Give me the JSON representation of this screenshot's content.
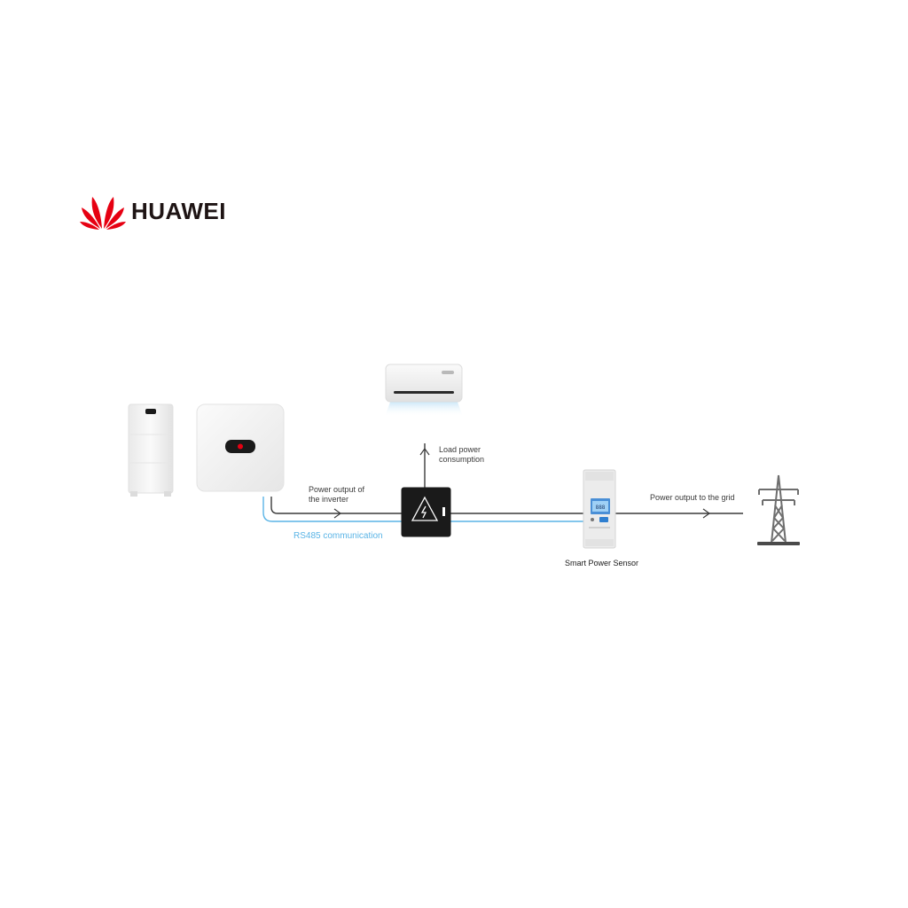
{
  "brand": {
    "name": "HUAWEI",
    "logo_icon": "huawei-petal-logo",
    "brand_color": "#e60012"
  },
  "diagram": {
    "devices": {
      "battery": "battery-icon",
      "inverter": "inverter-icon",
      "air_conditioner": "air-conditioner-icon",
      "switch_box": "power-switch-box-icon",
      "smart_power_sensor": "smart-power-sensor-icon",
      "pylon": "transmission-tower-icon"
    },
    "labels": {
      "inverter_output_line1": "Power output of",
      "inverter_output_line2": "the inverter",
      "load_line1": "Load power",
      "load_line2": "consumption",
      "rs485": "RS485 communication",
      "grid_output": "Power output to the grid",
      "sensor": "Smart Power Sensor"
    },
    "colors": {
      "power_line": "#3a3a3a",
      "communication_line": "#5ab4e6",
      "ac_airflow": "#a9d8f3"
    }
  }
}
